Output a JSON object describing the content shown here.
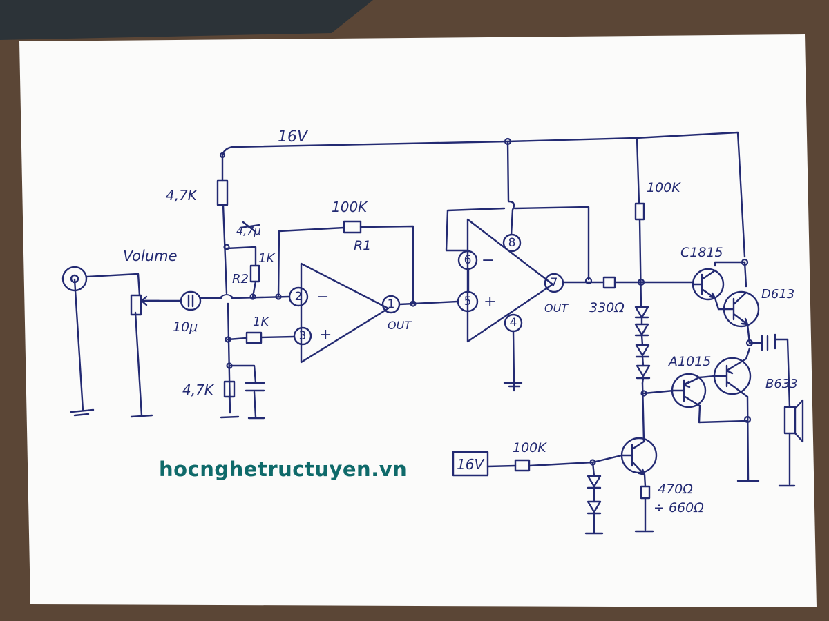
{
  "labels": {
    "supply_top": "16V",
    "r_top_left": "4,7K",
    "r_bottom_left": "4,7K",
    "r2_value": "1K",
    "r2_name": "R2",
    "r_pin3": "1K",
    "cap_over_r2": "4,7μ",
    "feedback_value": "100K",
    "feedback_name": "R1",
    "volume": "Volume",
    "cap_input": "10μ",
    "out_a": "OUT",
    "out_b": "OUT",
    "r_series": "330Ω",
    "r_right_top": "100K",
    "q_c1815": "C1815",
    "q_d613": "D613",
    "q_a1015": "A1015",
    "q_b633": "B633",
    "supply_box": "16V",
    "r_bias": "100K",
    "r_emitter_1": "470Ω",
    "r_emitter_2": "÷ 660Ω"
  },
  "pins": [
    "1",
    "2",
    "3",
    "5",
    "6",
    "7",
    "8",
    "4"
  ],
  "polarity": {
    "minus": "−",
    "plus": "+"
  },
  "watermark": "hocnghetructuyen.vn",
  "colors": {
    "ink": "#232a72",
    "paper": "#fbfbfa",
    "watermark": "#0f6a6a",
    "table": "#5b4636"
  }
}
